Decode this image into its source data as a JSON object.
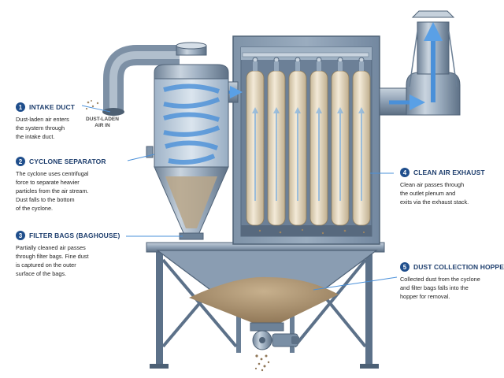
{
  "inlet_label": [
    "DUST-LADEN",
    "AIR IN"
  ],
  "callouts": [
    {
      "num": "1",
      "title": "INTAKE DUCT",
      "lines": [
        "Dust-laden air enters",
        "the system through",
        "the intake duct."
      ]
    },
    {
      "num": "2",
      "title": "CYCLONE SEPARATOR",
      "lines": [
        "The cyclone uses centrifugal",
        "force to separate heavier",
        "particles from the air stream.",
        "Dust falls to the bottom",
        "of the cyclone."
      ]
    },
    {
      "num": "3",
      "title": "FILTER BAGS (BAGHOUSE)",
      "lines": [
        "Partially cleaned air passes",
        "through filter bags. Fine dust",
        "is captured on the outer",
        "surface of the bags."
      ]
    },
    {
      "num": "4",
      "title": "CLEAN AIR EXHAUST",
      "lines": [
        "Clean air passes through",
        "the outlet plenum and",
        "exits via the exhaust stack."
      ]
    },
    {
      "num": "5",
      "title": "DUST COLLECTION HOPPER",
      "lines": [
        "Collected dust from the cyclone",
        "and filter bags falls into the",
        "hopper for removal."
      ]
    }
  ],
  "colors": {
    "accent": "#1f4e8c",
    "steel": "#8a9db2",
    "bag": "#e8dcc4",
    "dust": "#a08a6a",
    "air_arrow": "#4a90d9"
  }
}
